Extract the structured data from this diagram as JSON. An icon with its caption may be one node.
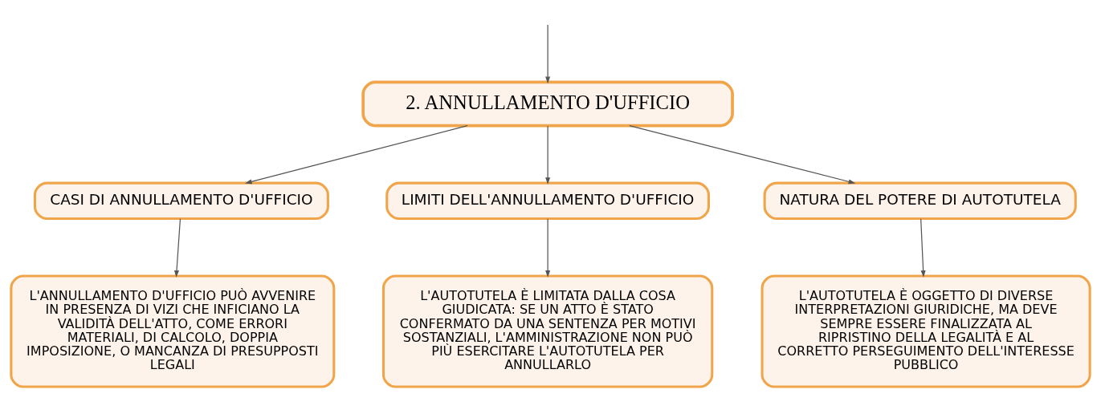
{
  "diagram": {
    "nodes": [
      {
        "text": [
          "2. ANNULLAMENTO D'UFFICIO"
        ]
      },
      {
        "text": [
          "CASI DI ANNULLAMENTO D'UFFICIO"
        ]
      },
      {
        "text": [
          "LIMITI DELL'ANNULLAMENTO D'UFFICIO"
        ]
      },
      {
        "text": [
          "NATURA DEL POTERE DI AUTOTUTELA"
        ]
      },
      {
        "text": [
          "L'ANNULLAMENTO D'UFFICIO PUÒ AVVENIRE IN PRESENZA DI VIZI CHE INFICIANO LA VALIDITÀ DELL'ATTO, COME ERRORI MATERIALI, DI CALCOLO, DOPPIA IMPOSIZIONE, O MANCANZA DI PRESUPPOSTI LEGALI"
        ]
      },
      {
        "text": [
          "L'AUTOTUTELA È LIMITATA DALLA COSA GIUDICATA: SE UN ATTO È STATO CONFERMATO DA UNA SENTENZA PER MOTIVI SOSTANZIALI, L'AMMINISTRAZIONE NON PUÒ PIÙ ESERCITARE L'AUTOTUTELA PER ANNULLARLO"
        ]
      },
      {
        "text": [
          "L'AUTOTUTELA È OGGETTO DI DIVERSE INTERPRETAZIONI GIURIDICHE, MA DEVE SEMPRE ESSERE FINALIZZATA AL RIPRISTINO DELLA LEGALITÀ E AL CORRETTO PERSEGUIMENTO DELL'INTERESSE PUBBLICO"
        ]
      }
    ],
    "edges": [
      {
        "from": null,
        "to": 0,
        "arrow": "to"
      },
      {
        "from": 0,
        "to": 1,
        "arrow": "to"
      },
      {
        "from": 0,
        "to": 2,
        "arrow": "to"
      },
      {
        "from": 0,
        "to": 3,
        "arrow": "to"
      },
      {
        "from": 1,
        "to": 4,
        "arrow": "to"
      },
      {
        "from": 2,
        "to": 5,
        "arrow": "to"
      },
      {
        "from": 3,
        "to": 6,
        "arrow": "to"
      }
    ]
  }
}
